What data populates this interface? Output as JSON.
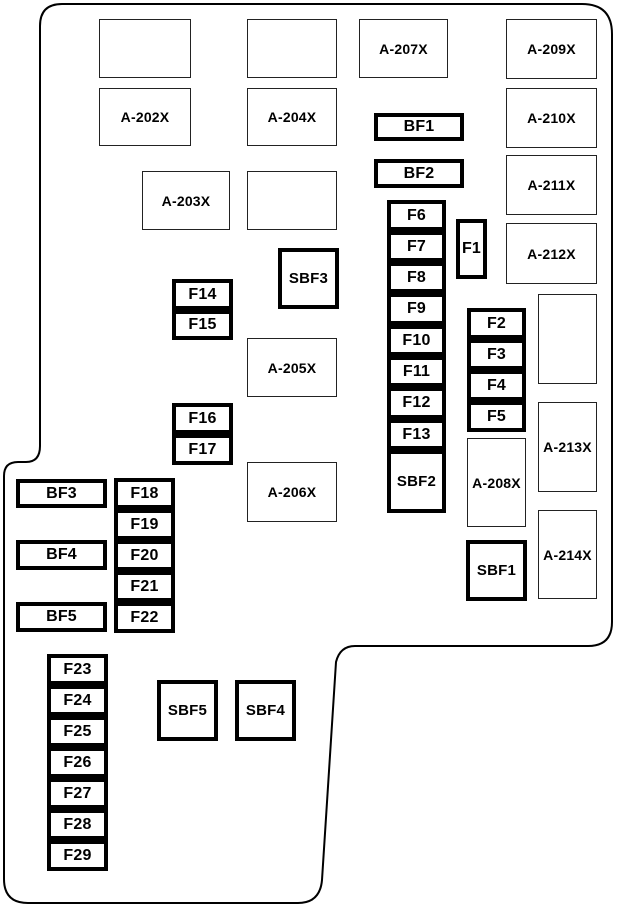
{
  "relays": [
    {
      "id": "r-blank-1",
      "label": ""
    },
    {
      "id": "r-blank-2",
      "label": ""
    },
    {
      "id": "a-207x",
      "label": "A-207X"
    },
    {
      "id": "a-209x",
      "label": "A-209X"
    },
    {
      "id": "a-202x",
      "label": "A-202X"
    },
    {
      "id": "a-204x",
      "label": "A-204X"
    },
    {
      "id": "a-210x",
      "label": "A-210X"
    },
    {
      "id": "a-211x",
      "label": "A-211X"
    },
    {
      "id": "a-203x",
      "label": "A-203X"
    },
    {
      "id": "r-blank-3",
      "label": ""
    },
    {
      "id": "a-212x",
      "label": "A-212X"
    },
    {
      "id": "r-blank-4",
      "label": ""
    },
    {
      "id": "a-205x",
      "label": "A-205X"
    },
    {
      "id": "a-213x",
      "label": "A-213X"
    },
    {
      "id": "a-206x",
      "label": "A-206X"
    },
    {
      "id": "a-208x",
      "label": "A-208X"
    },
    {
      "id": "a-214x",
      "label": "A-214X"
    }
  ],
  "fuses": [
    {
      "id": "bf1",
      "label": "BF1"
    },
    {
      "id": "bf2",
      "label": "BF2"
    },
    {
      "id": "f6",
      "label": "F6"
    },
    {
      "id": "f7",
      "label": "F7"
    },
    {
      "id": "f8",
      "label": "F8"
    },
    {
      "id": "f9",
      "label": "F9"
    },
    {
      "id": "f10",
      "label": "F10"
    },
    {
      "id": "f11",
      "label": "F11"
    },
    {
      "id": "f12",
      "label": "F12"
    },
    {
      "id": "f13",
      "label": "F13"
    },
    {
      "id": "f1",
      "label": "F1"
    },
    {
      "id": "f2",
      "label": "F2"
    },
    {
      "id": "f3",
      "label": "F3"
    },
    {
      "id": "f4",
      "label": "F4"
    },
    {
      "id": "f5",
      "label": "F5"
    },
    {
      "id": "f14",
      "label": "F14"
    },
    {
      "id": "f15",
      "label": "F15"
    },
    {
      "id": "f16",
      "label": "F16"
    },
    {
      "id": "f17",
      "label": "F17"
    },
    {
      "id": "bf3",
      "label": "BF3"
    },
    {
      "id": "f18",
      "label": "F18"
    },
    {
      "id": "f19",
      "label": "F19"
    },
    {
      "id": "bf4",
      "label": "BF4"
    },
    {
      "id": "f20",
      "label": "F20"
    },
    {
      "id": "f21",
      "label": "F21"
    },
    {
      "id": "bf5",
      "label": "BF5"
    },
    {
      "id": "f22",
      "label": "F22"
    },
    {
      "id": "f23",
      "label": "F23"
    },
    {
      "id": "f24",
      "label": "F24"
    },
    {
      "id": "f25",
      "label": "F25"
    },
    {
      "id": "f26",
      "label": "F26"
    },
    {
      "id": "f27",
      "label": "F27"
    },
    {
      "id": "f28",
      "label": "F28"
    },
    {
      "id": "f29",
      "label": "F29"
    }
  ],
  "big_fuses": [
    {
      "id": "sbf3",
      "label": "SBF3"
    },
    {
      "id": "sbf2",
      "label": "SBF2"
    },
    {
      "id": "sbf1",
      "label": "SBF1"
    },
    {
      "id": "sbf5",
      "label": "SBF5"
    },
    {
      "id": "sbf4",
      "label": "SBF4"
    }
  ]
}
